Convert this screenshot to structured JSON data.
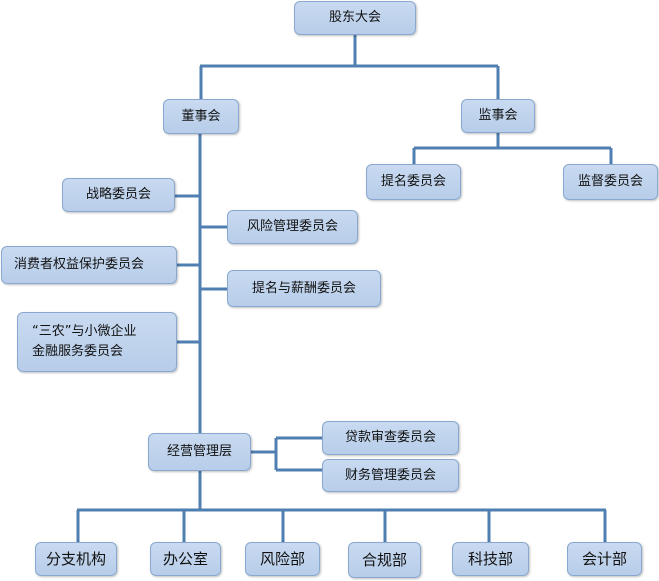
{
  "top": {
    "shareholders": "股东大会"
  },
  "board": {
    "label": "董事会",
    "committees": {
      "strategy": "战略委员会",
      "risk_mgmt": "风险管理委员会",
      "consumer": "消费者权益保护委员会",
      "nomination_comp": "提名与薪酬委员会",
      "sannong_line1": "“三农”与小微企业",
      "sannong_line2": "金融服务委员会"
    }
  },
  "supervisory": {
    "label": "监事会",
    "committees": {
      "nomination": "提名委员会",
      "supervision": "监督委员会"
    }
  },
  "management": {
    "label": "经营管理层",
    "committees": {
      "loan_review": "贷款审查委员会",
      "finance": "财务管理委员会"
    }
  },
  "departments": {
    "branches": "分支机构",
    "office": "办公室",
    "risk": "风险部",
    "compliance": "合规部",
    "tech": "科技部",
    "accounting": "会计部"
  }
}
